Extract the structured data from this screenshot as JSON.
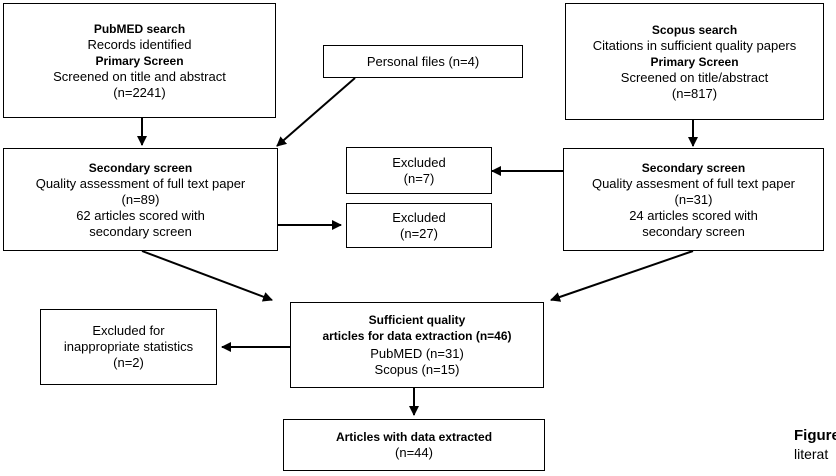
{
  "boxes": {
    "pubmed": {
      "title": "PubMED search",
      "line2": "Records identified",
      "subtitle": "Primary Screen",
      "line4": "Screened on title and abstract",
      "count": "(n=2241)"
    },
    "personal": {
      "text": "Personal files (n=4)"
    },
    "scopus": {
      "title": "Scopus search",
      "line2": "Citations in sufficient quality papers",
      "subtitle": "Primary Screen",
      "line4": "Screened on title/abstract",
      "count": "(n=817)"
    },
    "secondary_left": {
      "title": "Secondary screen",
      "line2": "Quality assessment of full text paper",
      "count": "(n=89)",
      "line4": "62 articles scored with",
      "line5": "secondary screen"
    },
    "excluded_top": {
      "label": "Excluded",
      "count": "(n=7)"
    },
    "excluded_mid": {
      "label": "Excluded",
      "count": "(n=27)"
    },
    "secondary_right": {
      "title": "Secondary screen",
      "line2": "Quality assesment of full text paper",
      "count": "(n=31)",
      "line4": "24 articles scored with",
      "line5": "secondary screen"
    },
    "excluded_stats": {
      "line1": "Excluded for",
      "line2": "inappropriate statistics",
      "count": "(n=2)"
    },
    "sufficient": {
      "title1": "Sufficient quality",
      "title2": "articles for data extraction (n=46)",
      "pubmed": "PubMED (n=31)",
      "scopus": "Scopus (n=15)"
    },
    "extracted": {
      "title": "Articles with data extracted",
      "count": "(n=44)"
    }
  },
  "caption": {
    "line1": "Figure",
    "line2": "literat"
  },
  "colors": {
    "line": "#000000",
    "background": "#ffffff",
    "text": "#000000"
  }
}
